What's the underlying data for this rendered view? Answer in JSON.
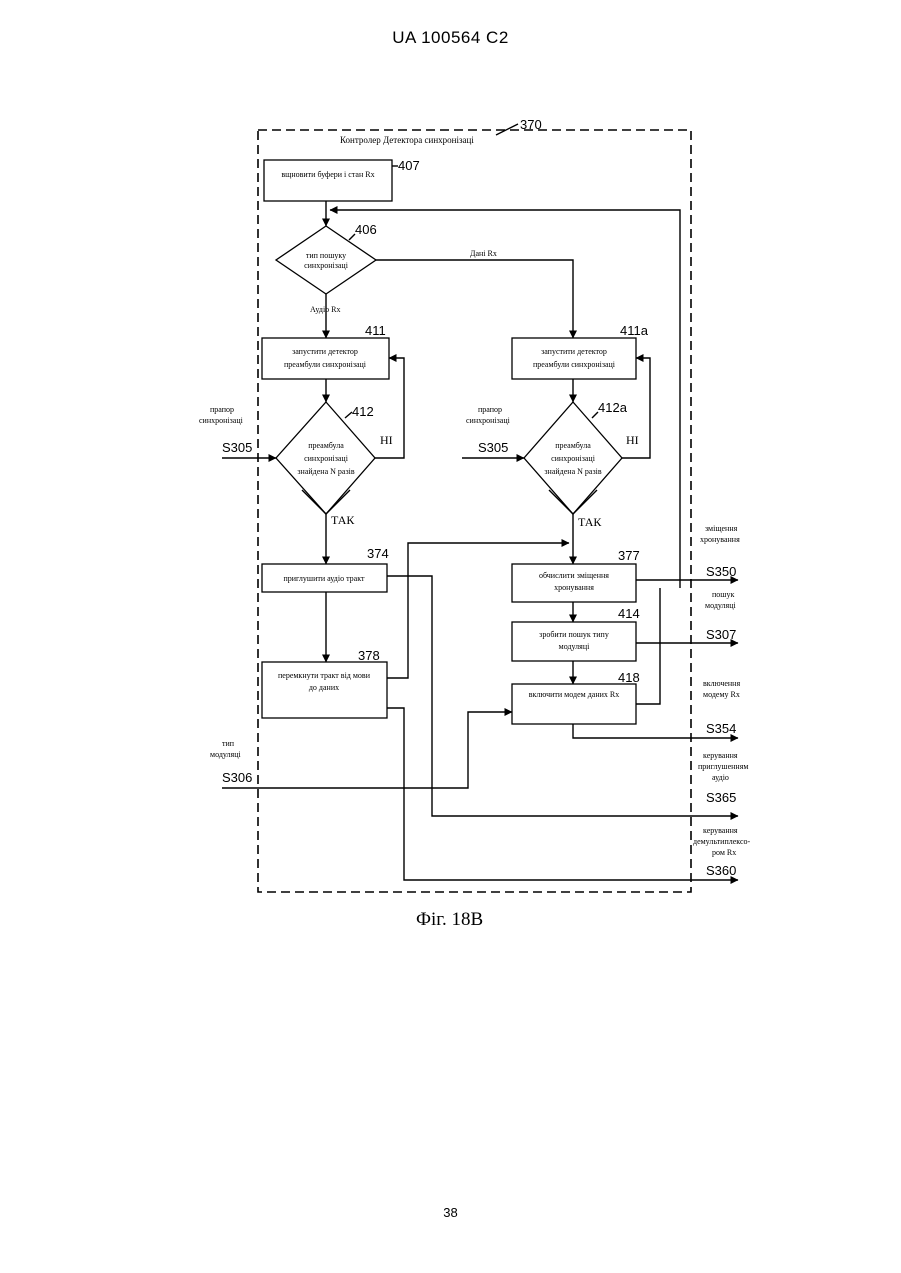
{
  "header": "UA   100564   C2",
  "page_number": "38",
  "caption": "Фіг. 18B",
  "frame": {
    "ref": "370",
    "title": "Контролер Детектора синхронізаці"
  },
  "blocks": {
    "b407": {
      "ref": "407",
      "lines": [
        "вщновити буфери і стан Rx"
      ]
    },
    "d406": {
      "ref": "406",
      "lines": [
        "тип пошуку",
        "синхронізаці"
      ]
    },
    "b411": {
      "ref": "411",
      "lines": [
        "запустити детектор",
        "преамбули синхронізаці"
      ]
    },
    "b411a": {
      "ref": "411a",
      "lines": [
        "запустити детектор",
        "преамбули синхронізаці"
      ]
    },
    "d412": {
      "ref": "412",
      "lines": [
        "преамбула",
        "синхронізаці",
        "знайдена N разів"
      ]
    },
    "d412a": {
      "ref": "412a",
      "lines": [
        "преамбула",
        "синхронізаці",
        "знайдена N разів"
      ]
    },
    "b374": {
      "ref": "374",
      "lines": [
        "приглушити аудіо тракт"
      ]
    },
    "b377": {
      "ref": "377",
      "lines": [
        "обчислити зміщення",
        "хронування"
      ]
    },
    "b414": {
      "ref": "414",
      "lines": [
        "зробити пошук типу",
        "модуляці"
      ]
    },
    "b378": {
      "ref": "378",
      "lines": [
        "перемкнути тракт від мови",
        "до даних"
      ]
    },
    "b418": {
      "ref": "418",
      "lines": [
        "включити модем даних Rx"
      ]
    }
  },
  "flow_labels": {
    "audio_rx": "Аудіо Rx",
    "data_rx": "Дані Rx",
    "yes_left": "ТАК",
    "yes_right": "ТАК",
    "no_left": "НІ",
    "no_right": "НІ"
  },
  "inputs": {
    "sync_flag_left": {
      "lines": [
        "прапор",
        "синхронізаці"
      ],
      "signal": "S305"
    },
    "sync_flag_right": {
      "lines": [
        "прапор",
        "синхронізаці"
      ],
      "signal": "S305"
    },
    "mod_type": {
      "lines": [
        "тип",
        "модуляці"
      ],
      "signal": "S306"
    }
  },
  "outputs": {
    "o350": {
      "lines": [
        "зміщення",
        "хронування"
      ],
      "signal": "S350"
    },
    "o307": {
      "lines": [
        "пошук",
        "модуляці"
      ],
      "signal": "S307"
    },
    "o354": {
      "lines": [
        "включення",
        "модему Rx"
      ],
      "signal": "S354"
    },
    "o365": {
      "lines": [
        "керування",
        "приглушенням",
        "аудіо"
      ],
      "signal": "S365"
    },
    "o360": {
      "lines": [
        "керування",
        "демультиплексо-",
        "ром Rx"
      ],
      "signal": "S360"
    }
  }
}
